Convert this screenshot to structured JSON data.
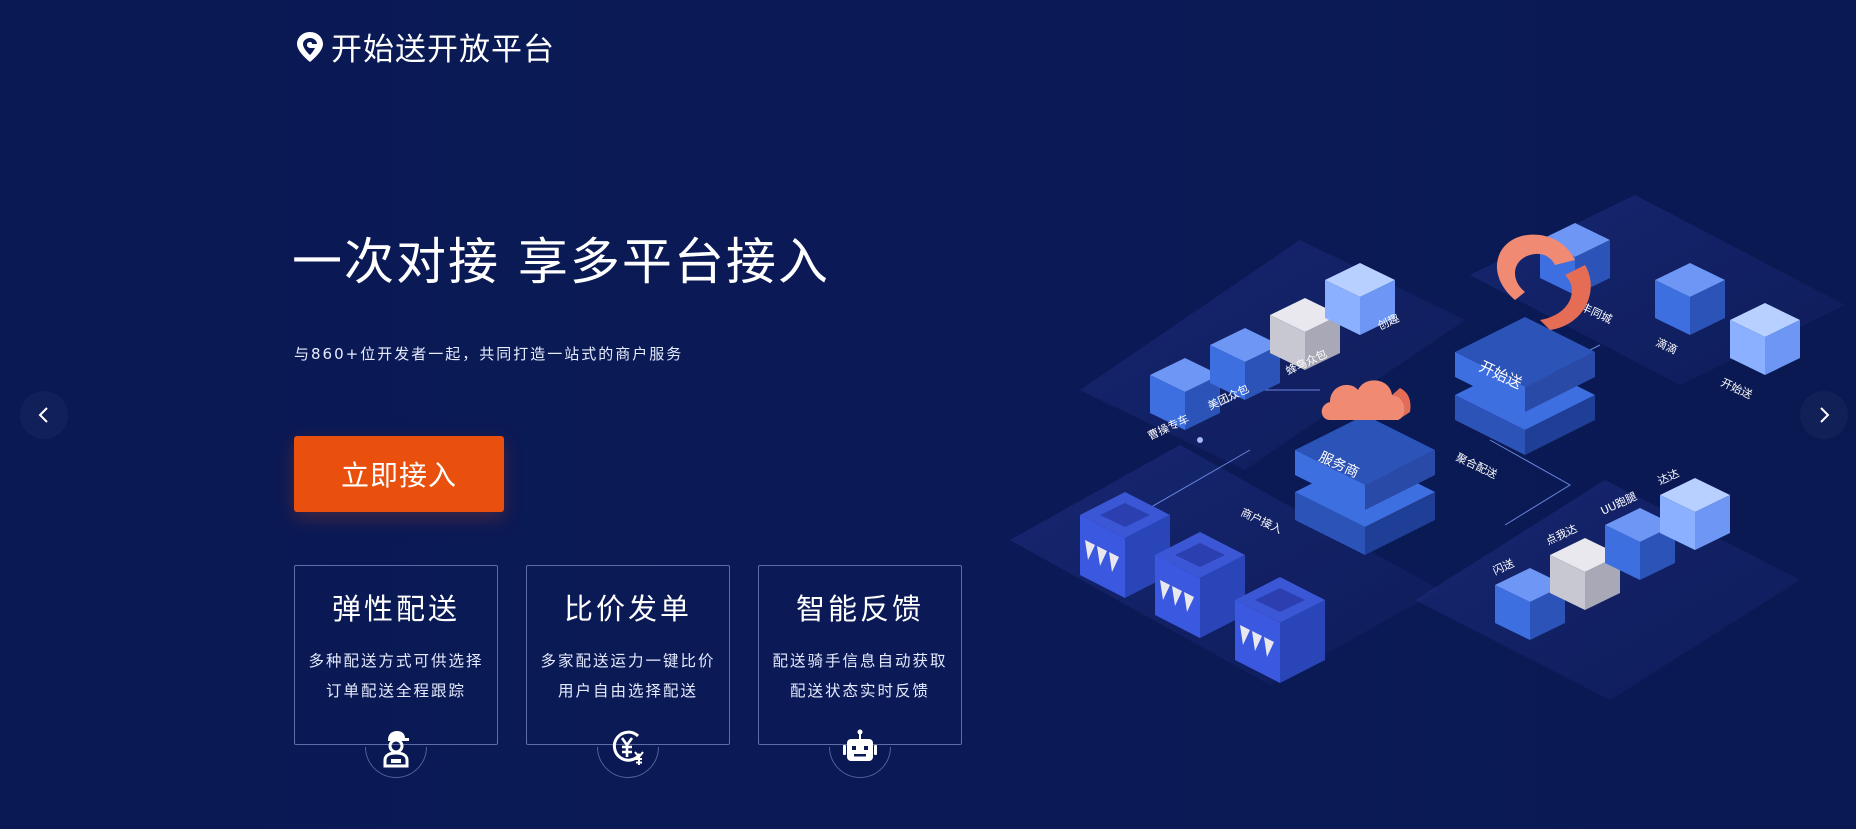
{
  "brand": {
    "logo_text": "开始送开放平台"
  },
  "hero": {
    "title": "一次对接 享多平台接入",
    "subtitle": "与860+位开发者一起，共同打造一站式的商户服务",
    "cta_label": "立即接入"
  },
  "features": [
    {
      "title": "弹性配送",
      "line1": "多种配送方式可供选择",
      "line2": "订单配送全程跟踪",
      "icon": "courier-icon"
    },
    {
      "title": "比价发单",
      "line1": "多家配送运力一键比价",
      "line2": "用户自由选择配送",
      "icon": "yuan-coin-icon"
    },
    {
      "title": "智能反馈",
      "line1": "配送骑手信息自动获取",
      "line2": "配送状态实时反馈",
      "icon": "robot-icon"
    }
  ],
  "carousel": {
    "prev_icon": "chevron-left-icon",
    "next_icon": "chevron-right-icon"
  },
  "illustration": {
    "center_label": "开始送",
    "provider_label": "服务商",
    "aggregate_label": "聚合配送",
    "merchant_label": "商户接入",
    "top_left_platforms": [
      "曹操专车",
      "美团众包",
      "蜂鸟众包",
      "创趣"
    ],
    "top_right_platforms": [
      "顺丰同城",
      "滴滴",
      "开始送"
    ],
    "bottom_right_platforms": [
      "闪送",
      "点我达",
      "UU跑腿",
      "达达"
    ]
  },
  "colors": {
    "background": "#0a1954",
    "accent": "#e9500e",
    "cube_blue": "#3d6fe0",
    "cloud_coral": "#f08a73"
  }
}
